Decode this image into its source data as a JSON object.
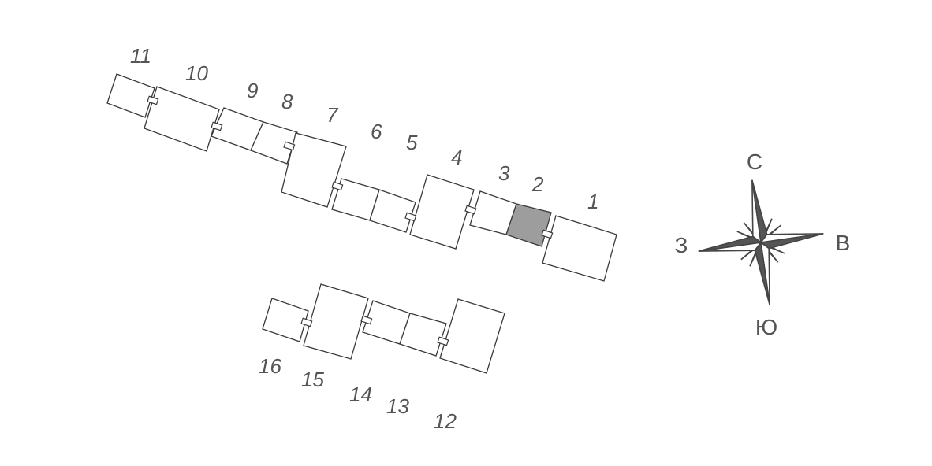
{
  "sections": {
    "s1": "1",
    "s2": "2",
    "s3": "3",
    "s4": "4",
    "s5": "5",
    "s6": "6",
    "s7": "7",
    "s8": "8",
    "s9": "9",
    "s10": "10",
    "s11": "11",
    "s12": "12",
    "s13": "13",
    "s14": "14",
    "s15": "15",
    "s16": "16"
  },
  "highlighted_section": "2",
  "compass": {
    "north": "С",
    "south": "Ю",
    "east": "В",
    "west": "З"
  },
  "colors": {
    "highlight": "#9d9d9d",
    "outline": "#3a3a3a",
    "label": "#555555"
  }
}
